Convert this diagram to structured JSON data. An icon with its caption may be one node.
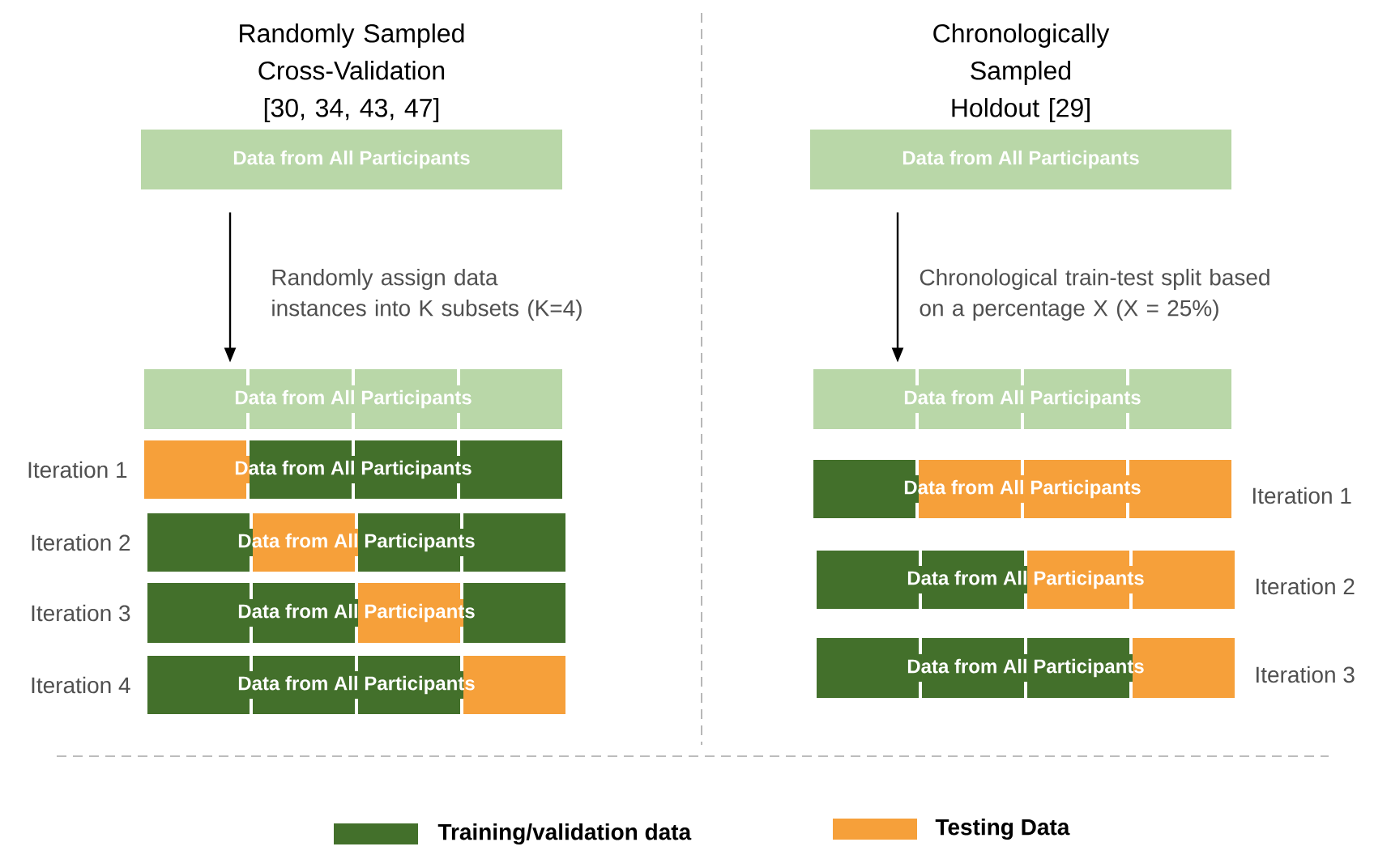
{
  "diagram": {
    "nodes": [
      {
        "text": [
          "Data from All Participants"
        ]
      },
      {
        "text": [
          "Data from All Participants"
        ]
      },
      {
        "text": [
          "Data from All Participants"
        ],
        "beside": [
          "Iteration 1"
        ]
      },
      {
        "text": [
          "Data from All Participants"
        ],
        "beside": [
          "Iteration 2"
        ]
      },
      {
        "text": [
          "Data from All Participants"
        ],
        "beside": [
          "Iteration 3"
        ]
      },
      {
        "text": [
          "Data from All Participants"
        ],
        "beside": [
          "Iteration 4"
        ]
      },
      {
        "text": [
          "Data from All Participants"
        ]
      },
      {
        "text": [
          "Data from All Participants"
        ]
      },
      {
        "text": [
          "Data from All Participants"
        ],
        "beside": [
          "Iteration 1"
        ]
      },
      {
        "text": [
          "Data from All Participants"
        ],
        "beside": [
          "Iteration 2"
        ]
      },
      {
        "text": [
          "Data from All Participants"
        ],
        "beside": [
          "Iteration 3"
        ]
      }
    ],
    "edges": [
      {
        "from": 0,
        "to": 1,
        "arrow": "to",
        "label": "Randomly assign data instances into K subsets (K=4)"
      },
      {
        "from": 6,
        "to": 7,
        "arrow": "to",
        "label": "Chronological train-test split based on a percentage X (X = 25%)"
      }
    ],
    "labels": [
      "Randomly Sampled Cross-Validation [30, 34, 43, 47]",
      "Chronologically Sampled Holdout [29]"
    ],
    "legend": [
      {
        "text": "Training/validation data",
        "color": "#43702b"
      },
      {
        "text": "Testing Data",
        "color": "#f6a03a"
      }
    ]
  }
}
